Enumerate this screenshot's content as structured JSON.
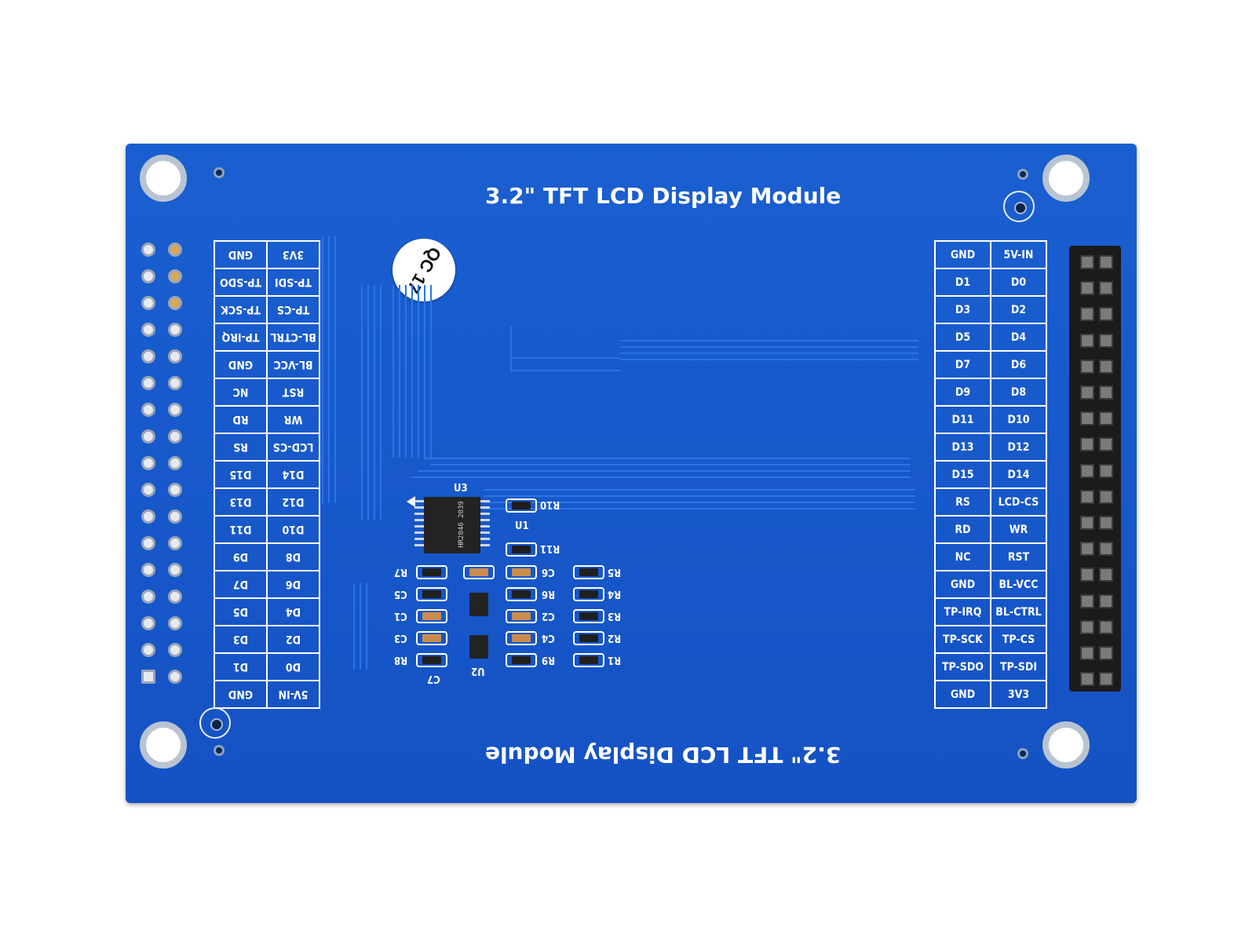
{
  "board": {
    "title_top": "3.2\" TFT LCD Display Module",
    "title_bottom": "3.2\" TFT LCD Display Module",
    "qc_label": "QC",
    "qc_number": "17",
    "chip_u3_label": "U3",
    "chip_u3_text": "HR2046 2039",
    "u1_label": "U1",
    "u2_label": "U2",
    "left_pins": [
      [
        "5V-IN",
        "GND"
      ],
      [
        "D0",
        "D1"
      ],
      [
        "D2",
        "D3"
      ],
      [
        "D4",
        "D5"
      ],
      [
        "D6",
        "D7"
      ],
      [
        "D8",
        "D9"
      ],
      [
        "D10",
        "D11"
      ],
      [
        "D12",
        "D13"
      ],
      [
        "D14",
        "D15"
      ],
      [
        "LCD-CS",
        "RS"
      ],
      [
        "WR",
        "RD"
      ],
      [
        "RST",
        "NC"
      ],
      [
        "BL-VCC",
        "GND"
      ],
      [
        "BL-CTRL",
        "TP-IRQ"
      ],
      [
        "TP-CS",
        "TP-SCK"
      ],
      [
        "TP-SDI",
        "TP-SDO"
      ],
      [
        "3V3",
        "GND"
      ]
    ],
    "right_pins": [
      [
        "GND",
        "5V-IN"
      ],
      [
        "D1",
        "D0"
      ],
      [
        "D3",
        "D2"
      ],
      [
        "D5",
        "D4"
      ],
      [
        "D7",
        "D6"
      ],
      [
        "D9",
        "D8"
      ],
      [
        "D11",
        "D10"
      ],
      [
        "D13",
        "D12"
      ],
      [
        "D15",
        "D14"
      ],
      [
        "RS",
        "LCD-CS"
      ],
      [
        "RD",
        "WR"
      ],
      [
        "NC",
        "RST"
      ],
      [
        "GND",
        "BL-VCC"
      ],
      [
        "TP-IRQ",
        "BL-CTRL"
      ],
      [
        "TP-SCK",
        "TP-CS"
      ],
      [
        "TP-SDO",
        "TP-SDI"
      ],
      [
        "GND",
        "3V3"
      ]
    ],
    "components": {
      "r10": "R10",
      "r11": "R11",
      "r7": "R7",
      "c6": "C6",
      "r5": "R5",
      "c5": "C5",
      "r6": "R6",
      "r4": "R4",
      "c1": "C1",
      "c2": "C2",
      "r3": "R3",
      "c3": "C3",
      "c4": "C4",
      "r2": "R2",
      "r8": "R8",
      "r9": "R9",
      "r1": "R1",
      "c7": "C7"
    }
  }
}
